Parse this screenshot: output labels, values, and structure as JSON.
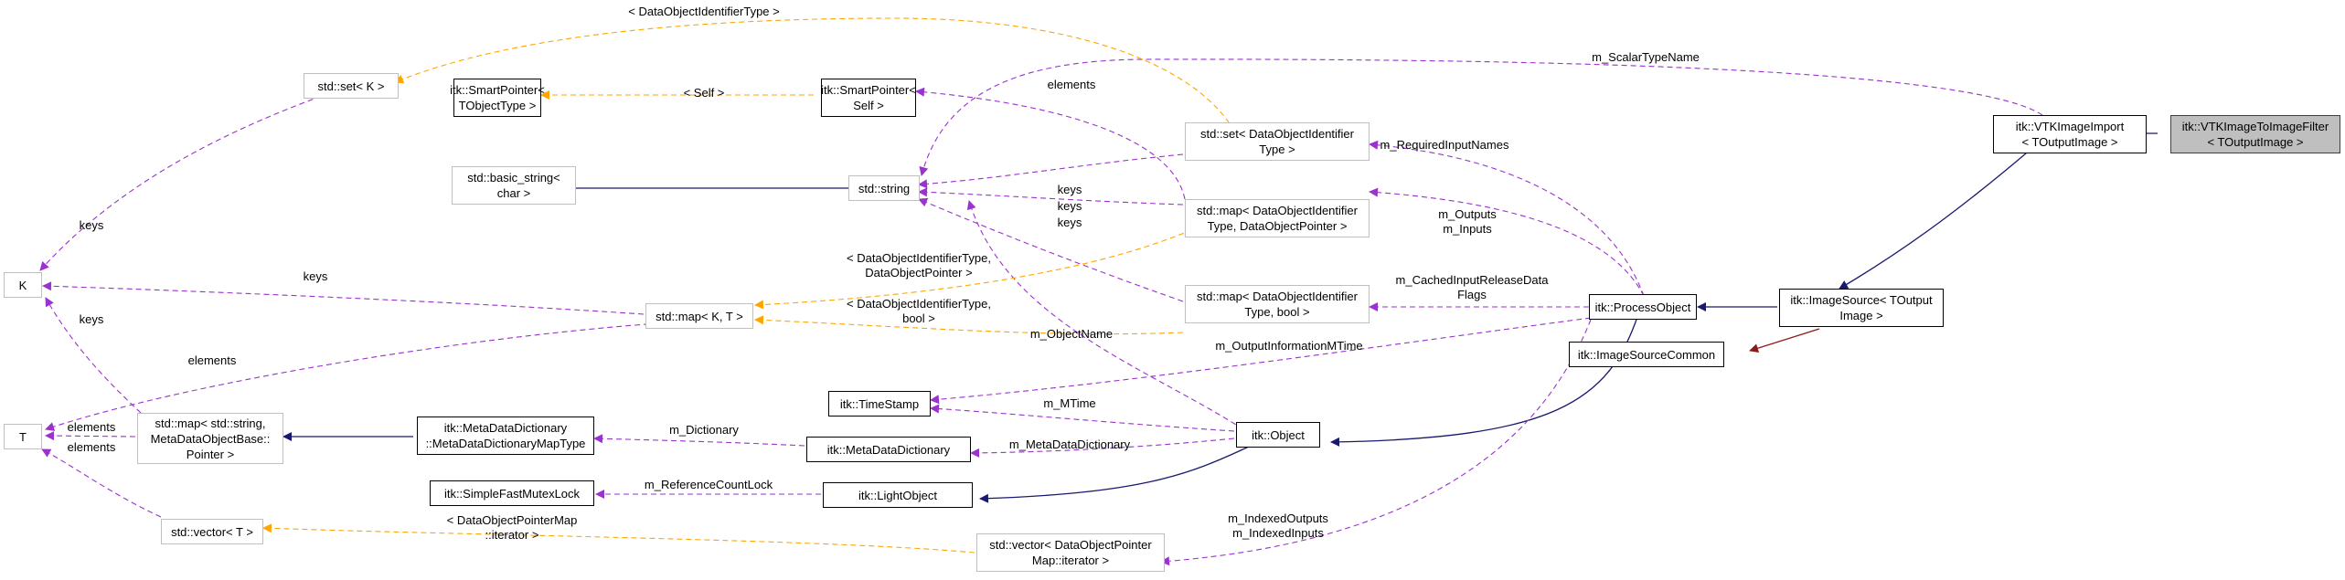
{
  "nodes": {
    "vtk_image_to_image_filter": [
      "itk::VTKImageToImageFilter",
      "< TOutputImage >"
    ],
    "vtk_image_import": [
      "itk::VTKImageImport",
      "< TOutputImage >"
    ],
    "image_source": [
      "itk::ImageSource< TOutput",
      "Image >"
    ],
    "image_source_common": [
      "itk::ImageSourceCommon"
    ],
    "process_object": [
      "itk::ProcessObject"
    ],
    "object": [
      "itk::Object"
    ],
    "light_object": [
      "itk::LightObject"
    ],
    "meta_data_dictionary": [
      "itk::MetaDataDictionary"
    ],
    "time_stamp": [
      "itk::TimeStamp"
    ],
    "simple_fast_mutex_lock": [
      "itk::SimpleFastMutexLock"
    ],
    "meta_data_dictionary_map_type": [
      "itk::MetaDataDictionary",
      "::MetaDataDictionaryMapType"
    ],
    "std_map_string_metadata": [
      "std::map< std::string,",
      "MetaDataObjectBase::",
      "Pointer >"
    ],
    "t": [
      "T"
    ],
    "k": [
      "K"
    ],
    "std_set_k": [
      "std::set< K >"
    ],
    "smart_pointer_tobject": [
      "itk::SmartPointer<",
      "TObjectType >"
    ],
    "smart_pointer_self": [
      "itk::SmartPointer<",
      "Self >"
    ],
    "std_basic_string": [
      "std::basic_string<",
      "char >"
    ],
    "std_string": [
      "std::string"
    ],
    "std_map_k_t": [
      "std::map< K, T >"
    ],
    "std_vector_t": [
      "std::vector< T >"
    ],
    "std_set_data_object_identifier": [
      "std::set< DataObjectIdentifier",
      "Type >"
    ],
    "std_map_doi_pointer": [
      "std::map< DataObjectIdentifier",
      "Type, DataObjectPointer >"
    ],
    "std_map_doi_bool": [
      "std::map< DataObjectIdentifier",
      "Type, bool >"
    ],
    "std_vector_dop_map_iterator": [
      "std::vector< DataObjectPointer",
      "Map::iterator >"
    ]
  },
  "edge_labels": {
    "scalar_type_name": [
      "m_ScalarTypeName"
    ],
    "required_input_names": [
      "m_RequiredInputNames"
    ],
    "outputs_inputs": [
      "m_Outputs",
      "m_Inputs"
    ],
    "cached_input_release": [
      "m_CachedInputReleaseData",
      "Flags"
    ],
    "output_information_mtime": [
      "m_OutputInformationMTime"
    ],
    "indexed_outputs_inputs": [
      "m_IndexedOutputs",
      "m_IndexedInputs"
    ],
    "object_name": [
      "m_ObjectName"
    ],
    "mtime": [
      "m_MTime"
    ],
    "meta_data_dictionary": [
      "m_MetaDataDictionary"
    ],
    "reference_count_lock": [
      "m_ReferenceCountLock"
    ],
    "dictionary": [
      "m_Dictionary"
    ],
    "keys_set_string": [
      "keys"
    ],
    "keys_map_pointer_string": [
      "keys"
    ],
    "keys_map_bool_string": [
      "keys"
    ],
    "elements_smartptr": [
      "elements"
    ],
    "self": [
      "< Self >"
    ],
    "doi_type": [
      "< DataObjectIdentifierType >"
    ],
    "doi_type_pointer": [
      "< DataObjectIdentifierType,",
      "DataObjectPointer >"
    ],
    "doi_type_bool": [
      "< DataObjectIdentifierType,",
      "bool >"
    ],
    "dop_map_iterator": [
      "< DataObjectPointerMap",
      "::iterator >"
    ],
    "keys_set_k": [
      "keys"
    ],
    "keys_map_k": [
      "keys"
    ],
    "keys_map_string_k": [
      "keys"
    ],
    "elements_map_t": [
      "elements"
    ],
    "elements_map_string_t": [
      "elements"
    ],
    "elements_vector_t": [
      "elements"
    ]
  },
  "colors": {
    "inheritance": "#191970",
    "private_inheritance": "#8b1a1a",
    "usage": "#9a32cd",
    "template": "#ffa500",
    "node_border": "#000000",
    "node_border_undocumented": "#bfbfbf",
    "current_fill": "#bfbfbf"
  }
}
